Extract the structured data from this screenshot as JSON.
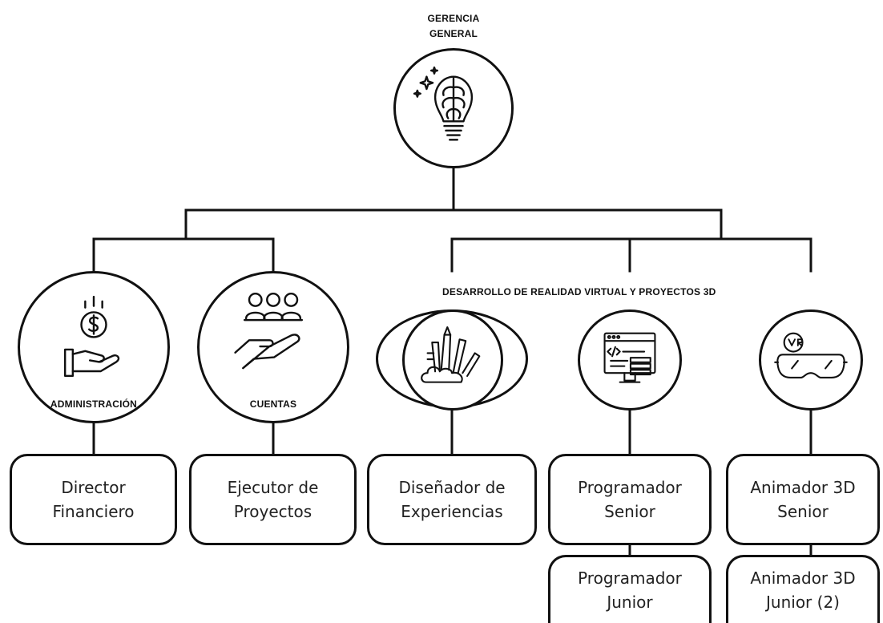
{
  "top": {
    "label": "GERENCIA\nGENERAL",
    "icon": "brain-lightbulb-icon"
  },
  "departments": {
    "admin": "ADMINISTRACIÓN",
    "accounts": "CUENTAS",
    "vr": "DESARROLLO DE REALIDAD VIRTUAL Y PROYECTOS 3D"
  },
  "icons": {
    "admin": "money-hand-icon",
    "accounts": "people-hand-icon",
    "design": "art-tools-icon",
    "programming": "code-monitor-icon",
    "animation": "vr-headset-icon"
  },
  "roles": {
    "director": "Director\nFinanciero",
    "executor": "Ejecutor de\nProyectos",
    "designer": "Diseñador de\nExperiencias",
    "prog_senior": "Programador\nSenior",
    "prog_junior": "Programador\nJunior",
    "anim_senior": "Animador 3D\nSenior",
    "anim_junior": "Animador 3D\nJunior (2)"
  },
  "colors": {
    "line": "#111111",
    "text": "#222222",
    "background": "#ffffff"
  }
}
